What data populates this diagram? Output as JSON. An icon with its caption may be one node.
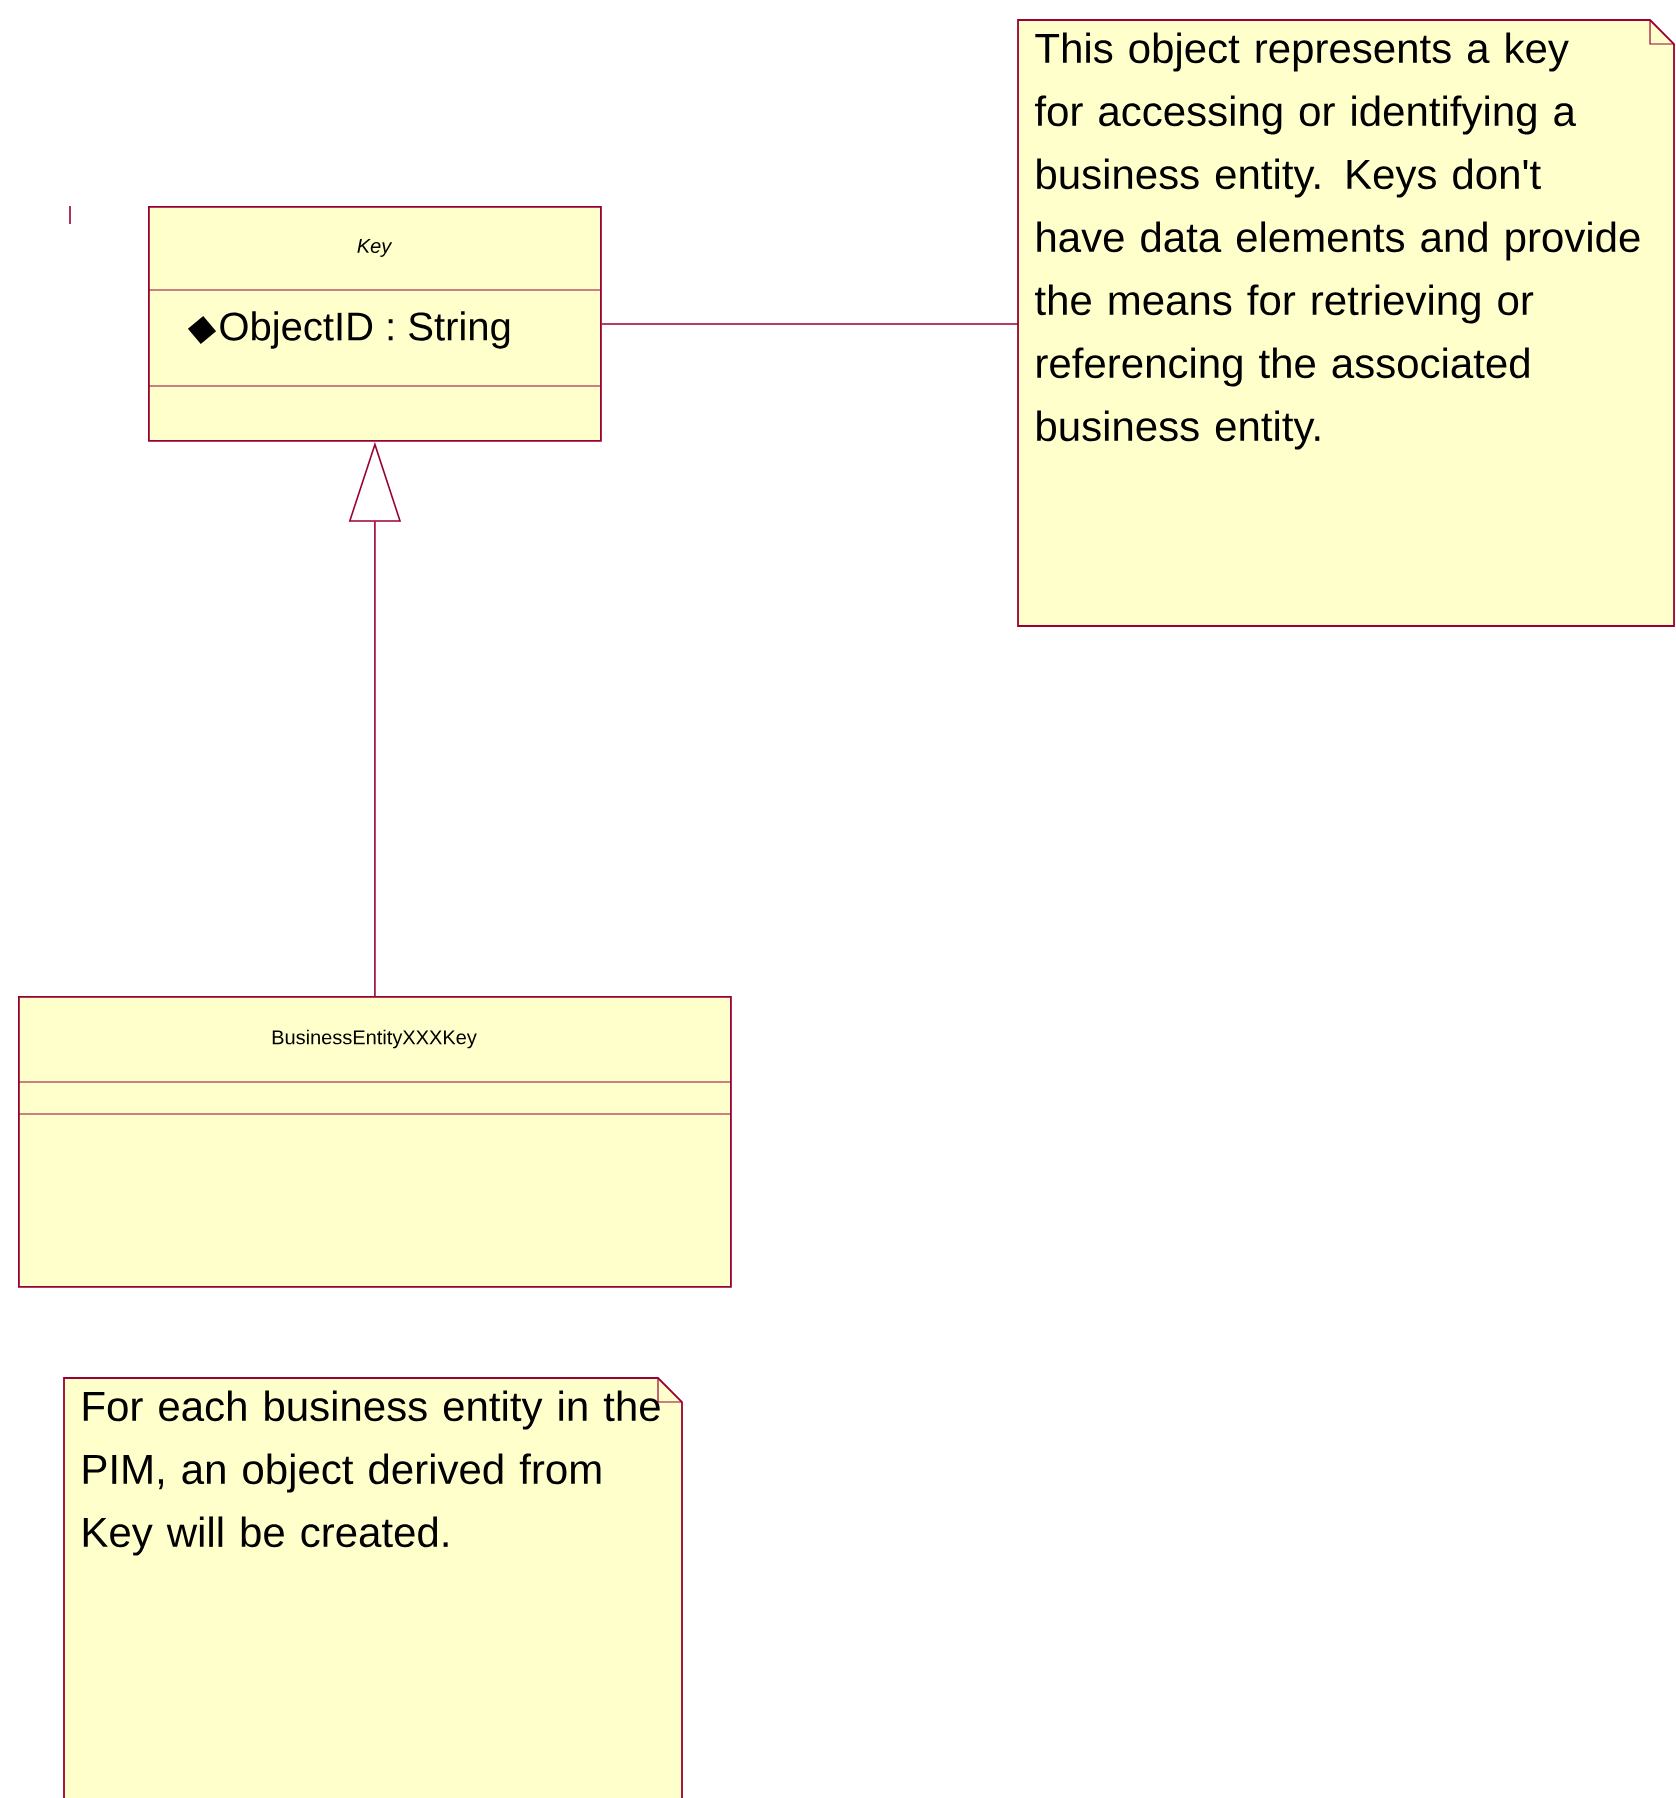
{
  "diagram": {
    "nodes": [
      {
        "text": [
          "Key",
          "ObjectID : String"
        ]
      },
      {
        "text": [
          "This object represents a key for accessing or identifying a business entity. Keys don't have data elements and provide the means for retrieving or referencing the associated business entity."
        ]
      },
      {
        "text": [
          "BusinessEntityXXXKey"
        ]
      },
      {
        "text": [
          "For each business entity in the PIM, an object derived from Key will be created."
        ]
      }
    ],
    "edges": [
      {
        "from": 2,
        "to": 0,
        "arrow": "to"
      },
      {
        "from": 0,
        "to": 1,
        "arrow": "none"
      }
    ]
  }
}
